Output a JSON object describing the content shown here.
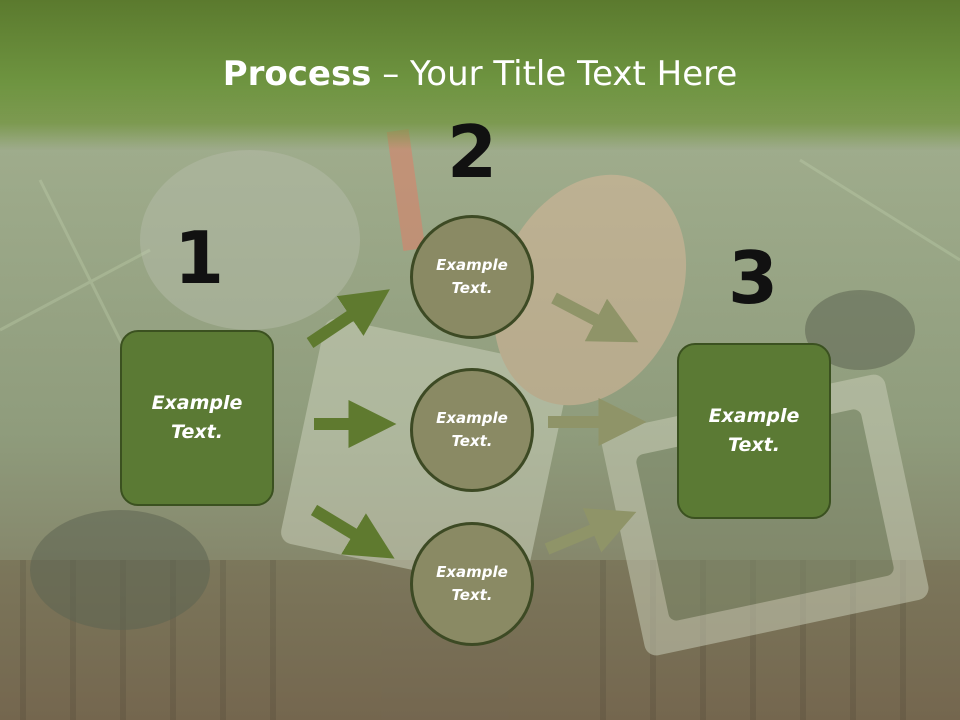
{
  "title": {
    "bold": "Process",
    "rest": " – Your Title Text Here"
  },
  "steps": {
    "one": "1",
    "two": "2",
    "three": "3"
  },
  "left_box": {
    "text": "Example Text."
  },
  "right_box": {
    "text": "Example Text."
  },
  "circles": [
    {
      "text": "Example Text."
    },
    {
      "text": "Example Text."
    },
    {
      "text": "Example Text."
    }
  ],
  "colors": {
    "header_green": "#5b7a2e",
    "box_green": "#5b7a34",
    "circle_olive": "#8a8a64",
    "arrow_dark": "#5f7a2f",
    "arrow_light": "#8f9468"
  }
}
